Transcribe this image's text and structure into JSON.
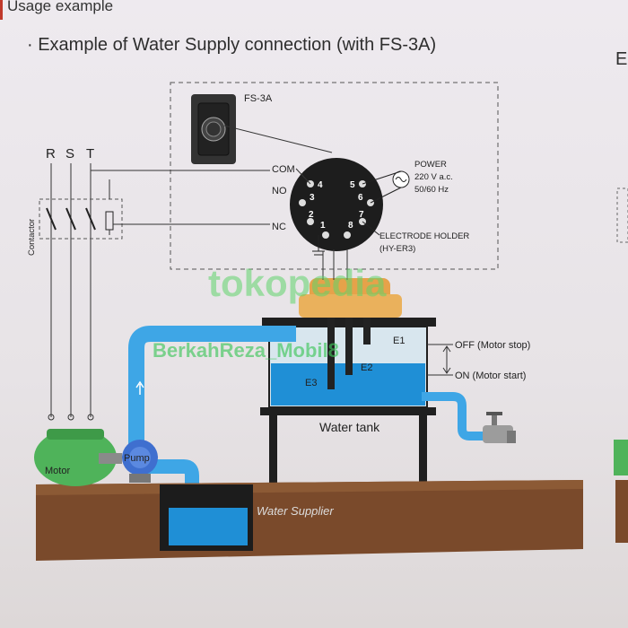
{
  "header": {
    "section": "Usage example",
    "title": "· Example of Water Supply connection (with FS-3A)",
    "right_cut": "E"
  },
  "device": {
    "name": "FS-3A"
  },
  "terminals": {
    "com": "COM",
    "no": "NO",
    "nc": "NC",
    "pins": [
      "1",
      "2",
      "3",
      "4",
      "5",
      "6",
      "7",
      "8"
    ]
  },
  "power": {
    "line1": "POWER",
    "line2": "220 V a.c.",
    "line3": "50/60 Hz"
  },
  "electrode_holder": {
    "line1": "ELECTRODE HOLDER",
    "line2": "(HY-ER3)"
  },
  "phases": [
    "R",
    "S",
    "T"
  ],
  "contactor_label": "Contactor",
  "electrodes": [
    "E1",
    "E2",
    "E3"
  ],
  "levels": {
    "off": "OFF (Motor stop)",
    "on": "ON (Motor start)"
  },
  "labels": {
    "water_tank": "Water tank",
    "motor": "Motor",
    "pump": "Pump",
    "water_supplier": "Water Supplier"
  },
  "watermarks": [
    "tokopedia",
    "BerkahReza_Mobil8"
  ],
  "colors": {
    "water": "#1f8fd6",
    "pipe": "#3ea6e6",
    "ground": "#7a4a2b",
    "motor": "#4fb35a",
    "housing": "#e6a24a"
  }
}
